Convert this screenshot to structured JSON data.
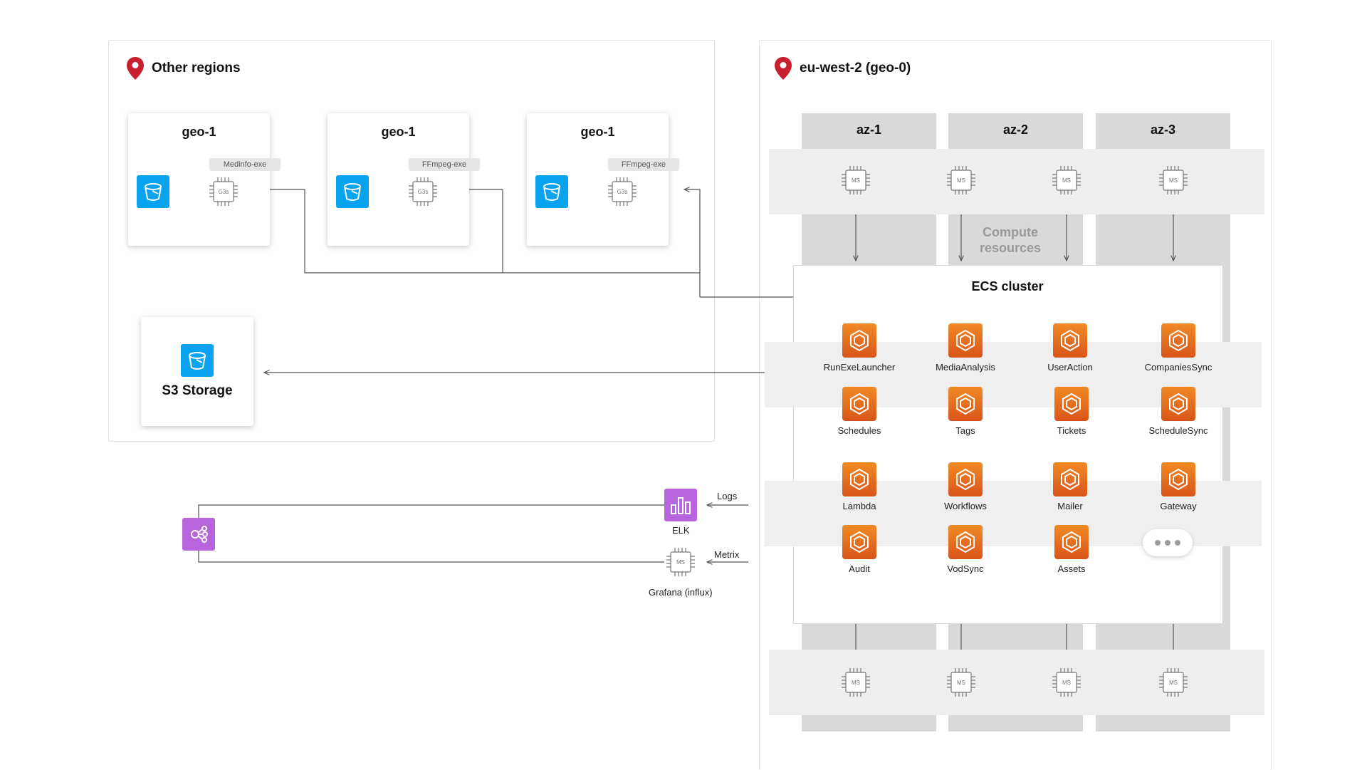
{
  "other_regions": {
    "title": "Other regions"
  },
  "eu_region": {
    "title": "eu-west-2 (geo-0)"
  },
  "geo_cards": [
    {
      "title": "geo-1",
      "tool": "Medinfo-exe",
      "chip": "G3s"
    },
    {
      "title": "geo-1",
      "tool": "FFmpeg-exe",
      "chip": "G3s"
    },
    {
      "title": "geo-1",
      "tool": "FFmpeg-exe",
      "chip": "G3s"
    }
  ],
  "s3": {
    "label": "S3 Storage"
  },
  "azs": [
    "az-1",
    "az-2",
    "az-3"
  ],
  "compute_resources": "Compute resources",
  "ecs": {
    "title": "ECS cluster",
    "services": [
      "RunExeLauncher",
      "MediaAnalysis",
      "UserAction",
      "CompaniesSync",
      "Schedules",
      "Tags",
      "Tickets",
      "ScheduleSync",
      "Lambda",
      "Workflows",
      "Mailer",
      "Gateway",
      "Audit",
      "VodSync",
      "Assets"
    ]
  },
  "ms_chip": "MS",
  "monitoring": {
    "elk": "ELK",
    "grafana": "Grafana (influx)",
    "logs": "Logs",
    "metrix": "Metrix"
  },
  "colors": {
    "bucket": "#0aa3f0",
    "ecs_service": "#e8711f",
    "monitoring": "#b865dd",
    "pin": "#c8202f"
  }
}
